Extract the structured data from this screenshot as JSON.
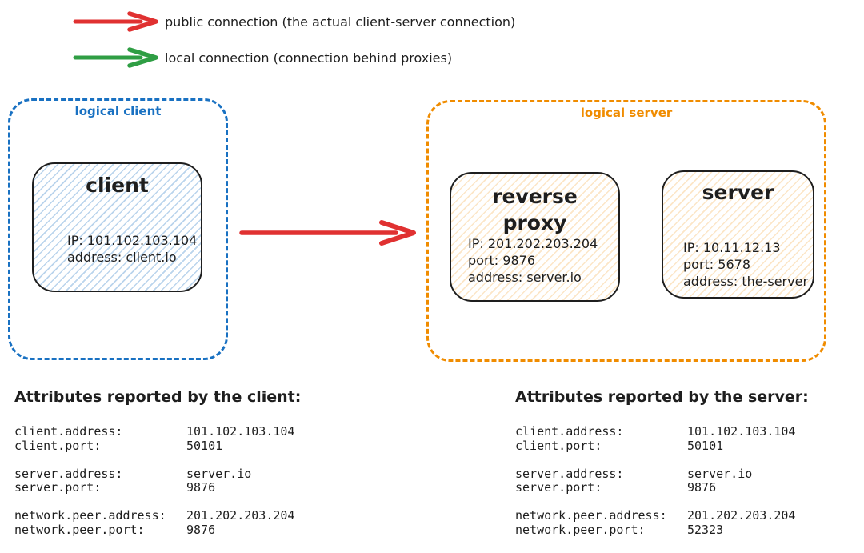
{
  "colors": {
    "public_connection": "#e03131",
    "local_connection": "#2f9e44",
    "logical_client": "#1971c2",
    "logical_server": "#f08c00",
    "ink": "#1e1e1e",
    "client_node_fill": "#a5d8ff",
    "server_node_fill": "#ffd8a8"
  },
  "legend": {
    "items": [
      {
        "icon": "red-arrow-right",
        "label": "public connection (the actual client-server connection)"
      },
      {
        "icon": "green-arrow-right",
        "label": "local connection (connection behind proxies)"
      }
    ]
  },
  "logical_client": {
    "label": "logical client",
    "nodes": [
      {
        "title_lines": [
          "client"
        ],
        "lines": [
          "IP: 101.102.103.104",
          "address: client.io"
        ]
      }
    ]
  },
  "logical_server": {
    "label": "logical server",
    "nodes": [
      {
        "title_lines": [
          "reverse",
          "proxy"
        ],
        "lines": [
          "IP: 201.202.203.204",
          "port: 9876",
          "address: server.io"
        ]
      },
      {
        "title_lines": [
          "server"
        ],
        "lines": [
          "IP: 10.11.12.13",
          "port: 5678",
          "address: the-server"
        ]
      }
    ]
  },
  "client_attributes": {
    "heading": "Attributes reported by the client:",
    "rows": [
      {
        "key": "client.address:",
        "value": "101.102.103.104"
      },
      {
        "key": "client.port:",
        "value": "50101"
      },
      {
        "key": "server.address:",
        "value": "server.io"
      },
      {
        "key": "server.port:",
        "value": "9876"
      },
      {
        "key": "network.peer.address:",
        "value": "201.202.203.204"
      },
      {
        "key": "network.peer.port:",
        "value": "9876"
      }
    ]
  },
  "server_attributes": {
    "heading": "Attributes reported by the server:",
    "rows": [
      {
        "key": "client.address:",
        "value": "101.102.103.104"
      },
      {
        "key": "client.port:",
        "value": "50101"
      },
      {
        "key": "server.address:",
        "value": "server.io"
      },
      {
        "key": "server.port:",
        "value": "9876"
      },
      {
        "key": "network.peer.address:",
        "value": "201.202.203.204"
      },
      {
        "key": "network.peer.port:",
        "value": "52323"
      }
    ]
  }
}
